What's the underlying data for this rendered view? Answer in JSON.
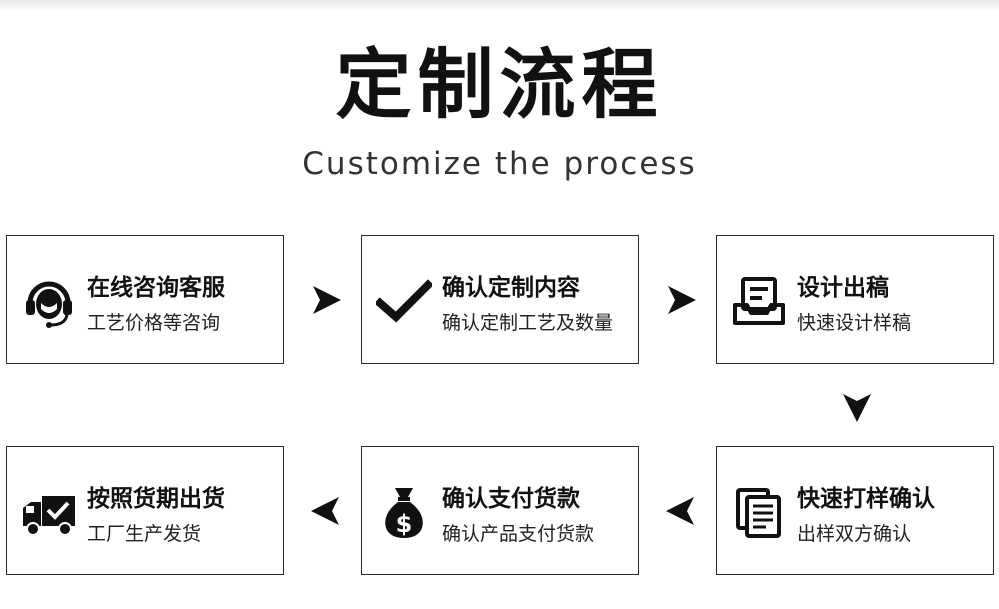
{
  "title": "定制流程",
  "subtitle": "Customize the process",
  "steps": [
    {
      "title": "在线咨询客服",
      "desc": "工艺价格等咨询",
      "icon": "headset-icon"
    },
    {
      "title": "确认定制内容",
      "desc": "确认定制工艺及数量",
      "icon": "checkmark-icon"
    },
    {
      "title": "设计出稿",
      "desc": "快速设计样稿",
      "icon": "tray-document-icon"
    },
    {
      "title": "快速打样确认",
      "desc": "出样双方确认",
      "icon": "documents-icon"
    },
    {
      "title": "确认支付货款",
      "desc": "确认产品支付货款",
      "icon": "money-bag-icon"
    },
    {
      "title": "按照货期出货",
      "desc": "工厂生产发货",
      "icon": "delivery-truck-icon"
    }
  ],
  "colors": {
    "text": "#111111",
    "border": "#2a2a2a",
    "background": "#ffffff"
  }
}
